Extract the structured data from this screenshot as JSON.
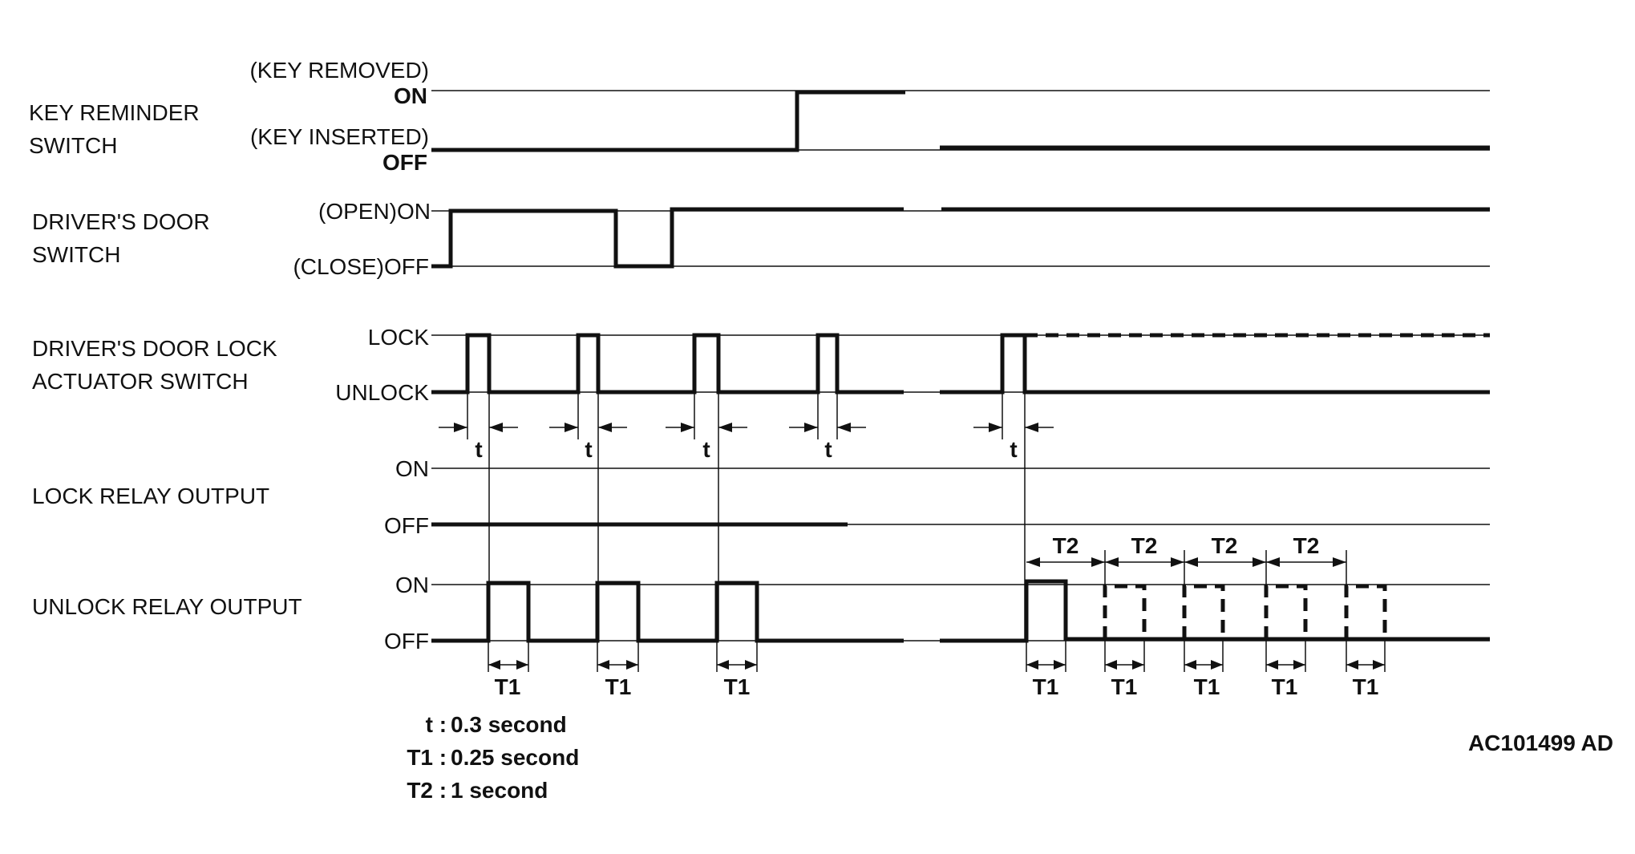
{
  "signals": [
    {
      "name": "key-reminder-switch",
      "label_lines": [
        "KEY REMINDER",
        "SWITCH"
      ],
      "levels": {
        "high": [
          "(KEY REMOVED)",
          "ON"
        ],
        "low": [
          "(KEY INSERTED)",
          "OFF"
        ]
      }
    },
    {
      "name": "drivers-door-switch",
      "label_lines": [
        "DRIVER'S DOOR",
        "SWITCH"
      ],
      "levels": {
        "high": [
          "(OPEN)ON"
        ],
        "low": [
          "(CLOSE)OFF"
        ]
      }
    },
    {
      "name": "drivers-door-lock-actuator-switch",
      "label_lines": [
        "DRIVER'S DOOR LOCK",
        "ACTUATOR SWITCH"
      ],
      "levels": {
        "high": [
          "LOCK"
        ],
        "low": [
          "UNLOCK"
        ]
      }
    },
    {
      "name": "lock-relay-output",
      "label_lines": [
        "LOCK RELAY OUTPUT"
      ],
      "levels": {
        "high": [
          "ON"
        ],
        "low": [
          "OFF"
        ]
      }
    },
    {
      "name": "unlock-relay-output",
      "label_lines": [
        "UNLOCK RELAY OUTPUT"
      ],
      "levels": {
        "high": [
          "ON"
        ],
        "low": [
          "OFF"
        ]
      }
    }
  ],
  "marks": {
    "t": "t",
    "T1": "T1",
    "T2": "T2"
  },
  "legend": [
    {
      "key": "t",
      "sep": " : ",
      "value": "0.3 second"
    },
    {
      "key": "T1",
      "sep": " : ",
      "value": "0.25 second"
    },
    {
      "key": "T2",
      "sep": " : ",
      "value": "1 second"
    }
  ],
  "reference_code": "AC101499 AD"
}
